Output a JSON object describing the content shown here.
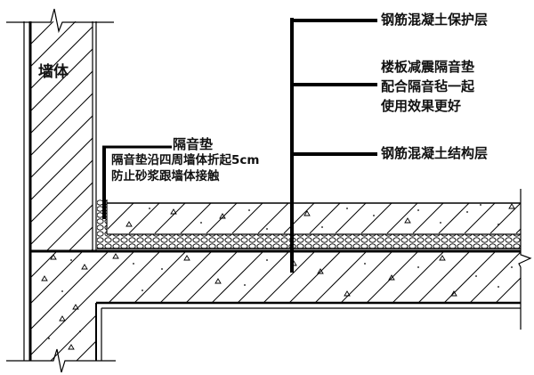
{
  "diagram": {
    "title": "楼板隔音垫构造节点",
    "wall_label": "墙体",
    "labels": {
      "protective_layer": "钢筋混凝土保护层",
      "pad_note_lines": [
        "楼板减震隔音垫",
        "配合隔音毡一起",
        "使用效果更好"
      ],
      "structural_layer": "钢筋混凝土结构层",
      "pad_title": "隔音垫",
      "pad_detail_lines": [
        "隔音垫沿四周墙体折起5cm",
        "防止砂浆跟墙体接触"
      ]
    },
    "materials": {
      "wall": "hatched masonry",
      "protective_layer": "reinforced concrete (hatched with aggregate)",
      "sound_pad": "cobble / cellular pattern",
      "structural_layer": "reinforced concrete (hatched with aggregate)"
    },
    "upturn_height_text": "5cm",
    "colors": {
      "line": "#000000",
      "background": "#ffffff",
      "text": "#111111"
    }
  }
}
